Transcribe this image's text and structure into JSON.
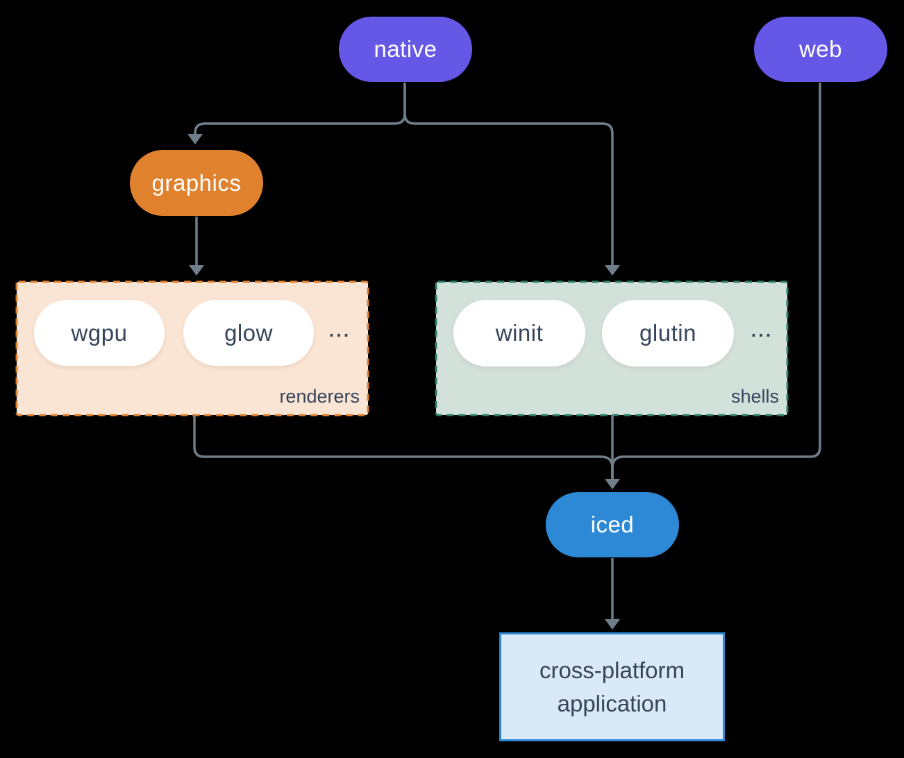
{
  "title": "iced ecosystem diagram",
  "colors": {
    "background": "#000000",
    "purple": "#6558E6",
    "orange": "#E0812E",
    "blue": "#2D89D6",
    "peach_fill": "#FAE4D4",
    "sage_fill": "#D3E1DB",
    "teal_border": "#2E7D6C",
    "app_fill": "#D9E9F8",
    "pill_white": "#FFFFFF",
    "ink": "#35455A",
    "line": "#707E8C"
  },
  "nodes": {
    "native": {
      "label": "native"
    },
    "web": {
      "label": "web"
    },
    "graphics": {
      "label": "graphics"
    },
    "iced": {
      "label": "iced"
    },
    "application": {
      "label": "cross-platform application"
    }
  },
  "groups": {
    "renderers": {
      "label": "renderers",
      "items": [
        "wgpu",
        "glow"
      ],
      "ellipsis": "..."
    },
    "shells": {
      "label": "shells",
      "items": [
        "winit",
        "glutin"
      ],
      "ellipsis": "..."
    }
  },
  "edges": [
    {
      "from": "native",
      "to": "graphics"
    },
    {
      "from": "native",
      "to": "shells"
    },
    {
      "from": "graphics",
      "to": "renderers"
    },
    {
      "from": "renderers",
      "to": "iced"
    },
    {
      "from": "shells",
      "to": "iced"
    },
    {
      "from": "web",
      "to": "iced"
    },
    {
      "from": "iced",
      "to": "application"
    }
  ]
}
